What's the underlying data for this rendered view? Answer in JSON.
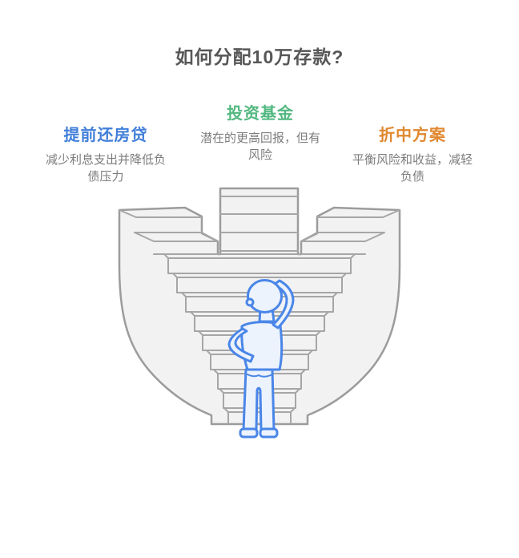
{
  "page": {
    "title": "如何分配10万存款?",
    "title_color": "#575757",
    "background_color": "#ffffff"
  },
  "options": [
    {
      "id": "repay-mortgage-early",
      "label": "提前还房贷",
      "description": "减少利息支出并降低负债压力",
      "accent_color": "#417fd9"
    },
    {
      "id": "invest-in-funds",
      "label": "投资基金",
      "description": "潜在的更高回报，但有风险",
      "accent_color": "#52b880"
    },
    {
      "id": "compromise-plan",
      "label": "折中方案",
      "description": "平衡风险和收益，减轻负债",
      "accent_color": "#e0882e"
    }
  ],
  "illustration": {
    "name": "person-pondering-before-staircase",
    "description_color": "#7d7d7d",
    "stair_fill": "#f2f2f3",
    "stair_stroke": "#9c9c9c",
    "stair_inner_line": "#a6a6a6",
    "person_stroke": "#4a86e8",
    "person_fill": "#ecf3fd"
  }
}
